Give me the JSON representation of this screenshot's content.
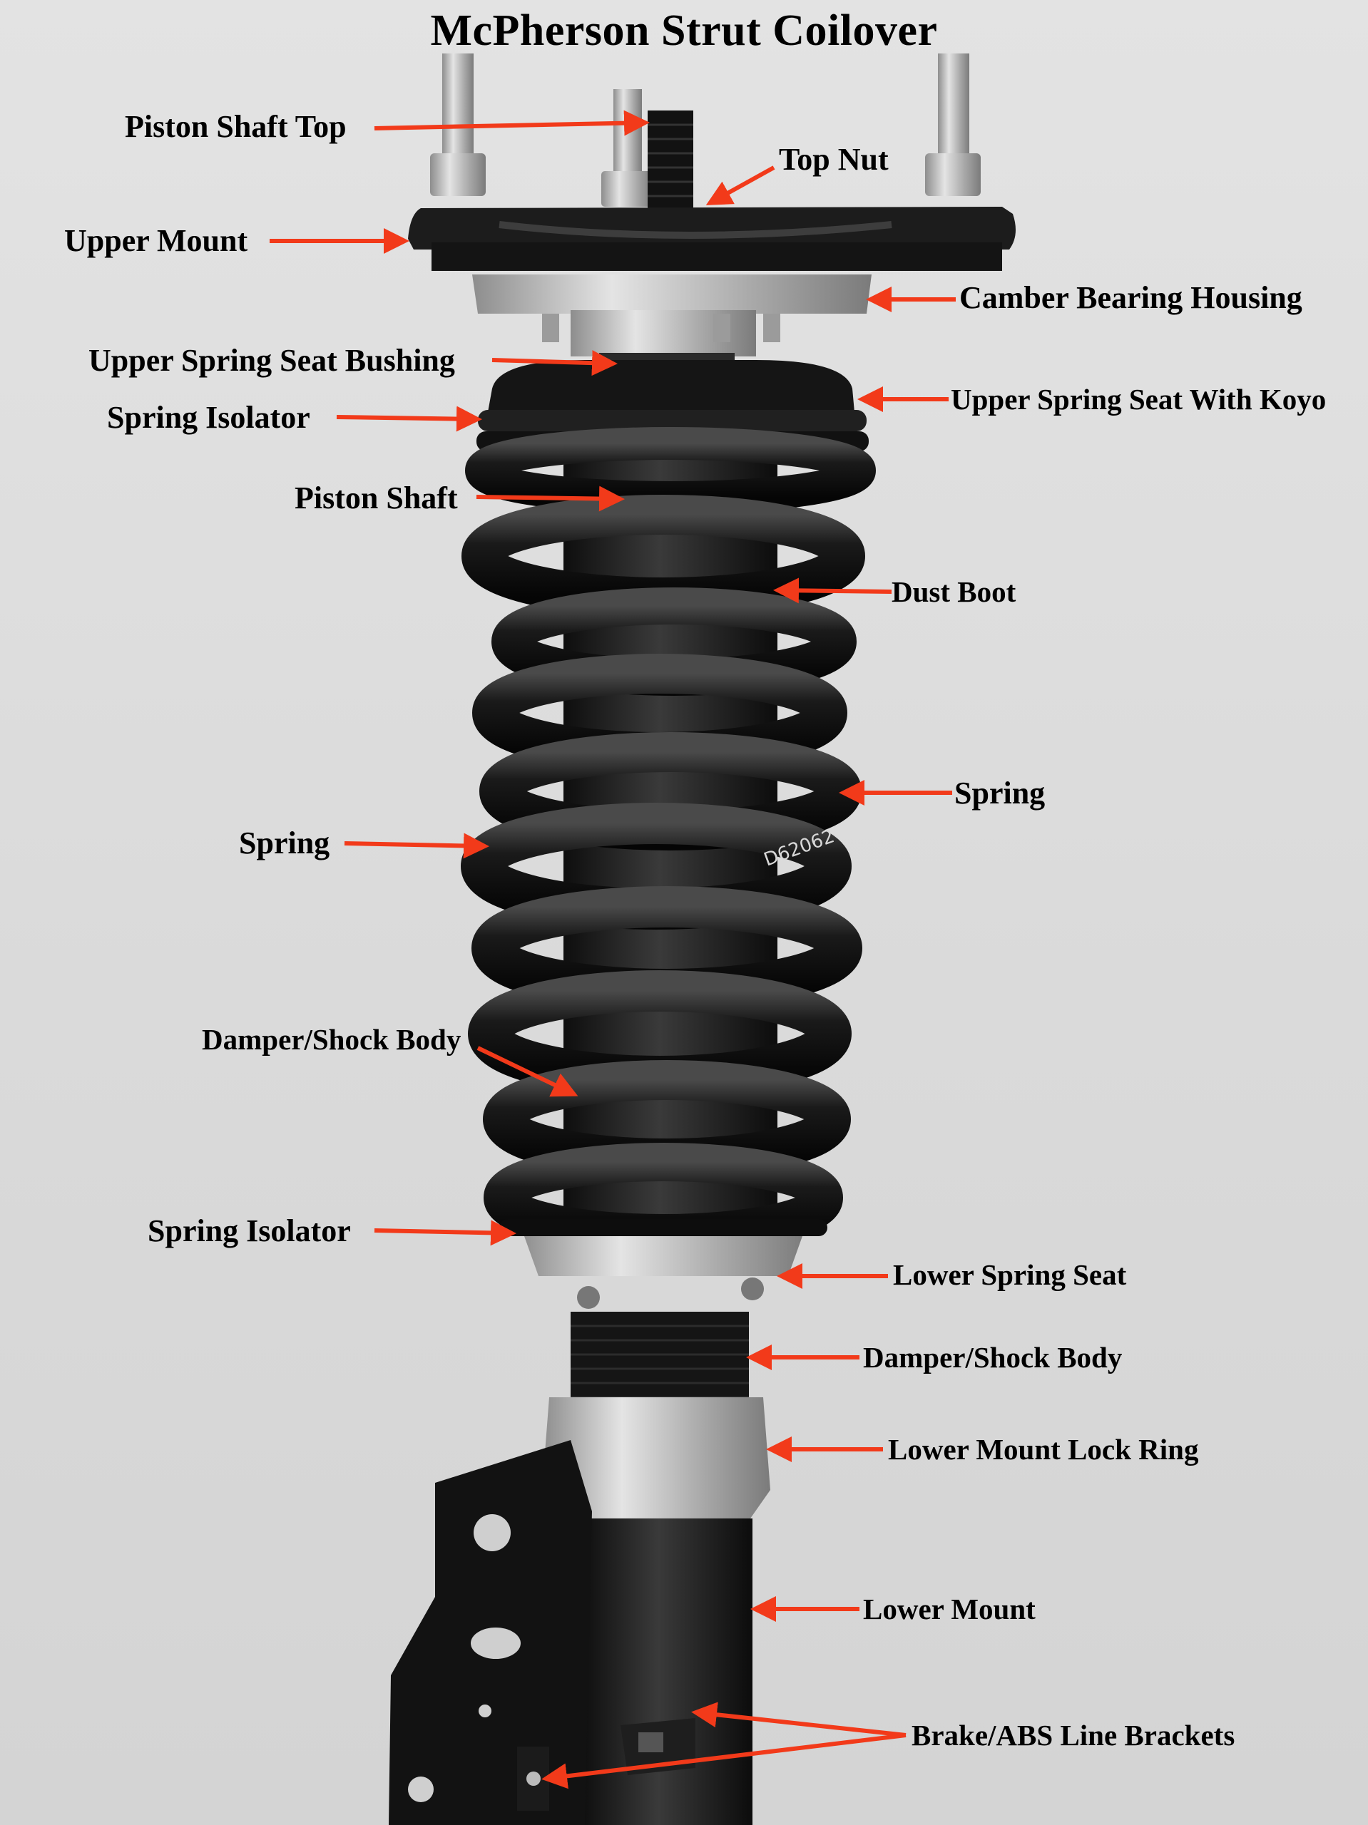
{
  "title": "McPherson Strut Coilover",
  "labels": {
    "piston_shaft_top": "Piston Shaft Top",
    "top_nut": "Top Nut",
    "upper_mount": "Upper Mount",
    "camber_bearing_housing": "Camber Bearing Housing",
    "upper_spring_seat_bushing": "Upper Spring Seat Bushing",
    "spring_isolator_upper": "Spring Isolator",
    "upper_spring_seat_koyo": "Upper Spring Seat With Koyo",
    "piston_shaft": "Piston Shaft",
    "dust_boot": "Dust Boot",
    "spring_right": "Spring",
    "spring_left": "Spring",
    "damper_body_upper": "Damper/Shock Body",
    "spring_isolator_lower": "Spring Isolator",
    "lower_spring_seat": "Lower Spring Seat",
    "damper_body_lower": "Damper/Shock Body",
    "lower_mount_lock_ring": "Lower Mount Lock Ring",
    "lower_mount": "Lower Mount",
    "brake_abs_brackets": "Brake/ABS Line Brackets"
  },
  "spring_marking": "D62062",
  "colors": {
    "arrow": "#f23a1a",
    "coil": "#161616",
    "metal": "#b9b9b9",
    "background": "#dcdcdc"
  }
}
